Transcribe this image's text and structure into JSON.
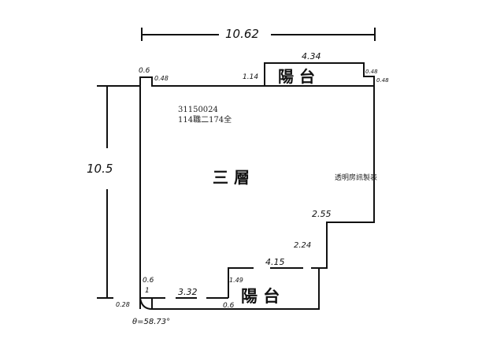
{
  "floor_plan": {
    "floor_label": "三  層",
    "building_code": "31150024",
    "building_number": "114職二174全",
    "watermark": "透明房訊製表",
    "overall_width": "10.62",
    "overall_height": "10.5",
    "balcony_top": {
      "label": "陽  台",
      "width": "4.34",
      "left_depth": "1.14",
      "right_step_1": "0.48",
      "right_step_2": "0.48"
    },
    "balcony_bottom": {
      "label": "陽  台",
      "width": "4.15",
      "left_depth": "1.49",
      "bottom_offset": "0.6"
    },
    "corner_top_left": {
      "width": "0.6",
      "step": "0.48"
    },
    "right_step": {
      "upper": "2.55",
      "lower": "2.24"
    },
    "bottom_left": {
      "vertical": "0.6",
      "tick": "1",
      "segment": "3.32",
      "radius": "0.28",
      "angle": "θ=58.73°"
    },
    "colors": {
      "line": "#111111",
      "background": "#ffffff"
    }
  }
}
